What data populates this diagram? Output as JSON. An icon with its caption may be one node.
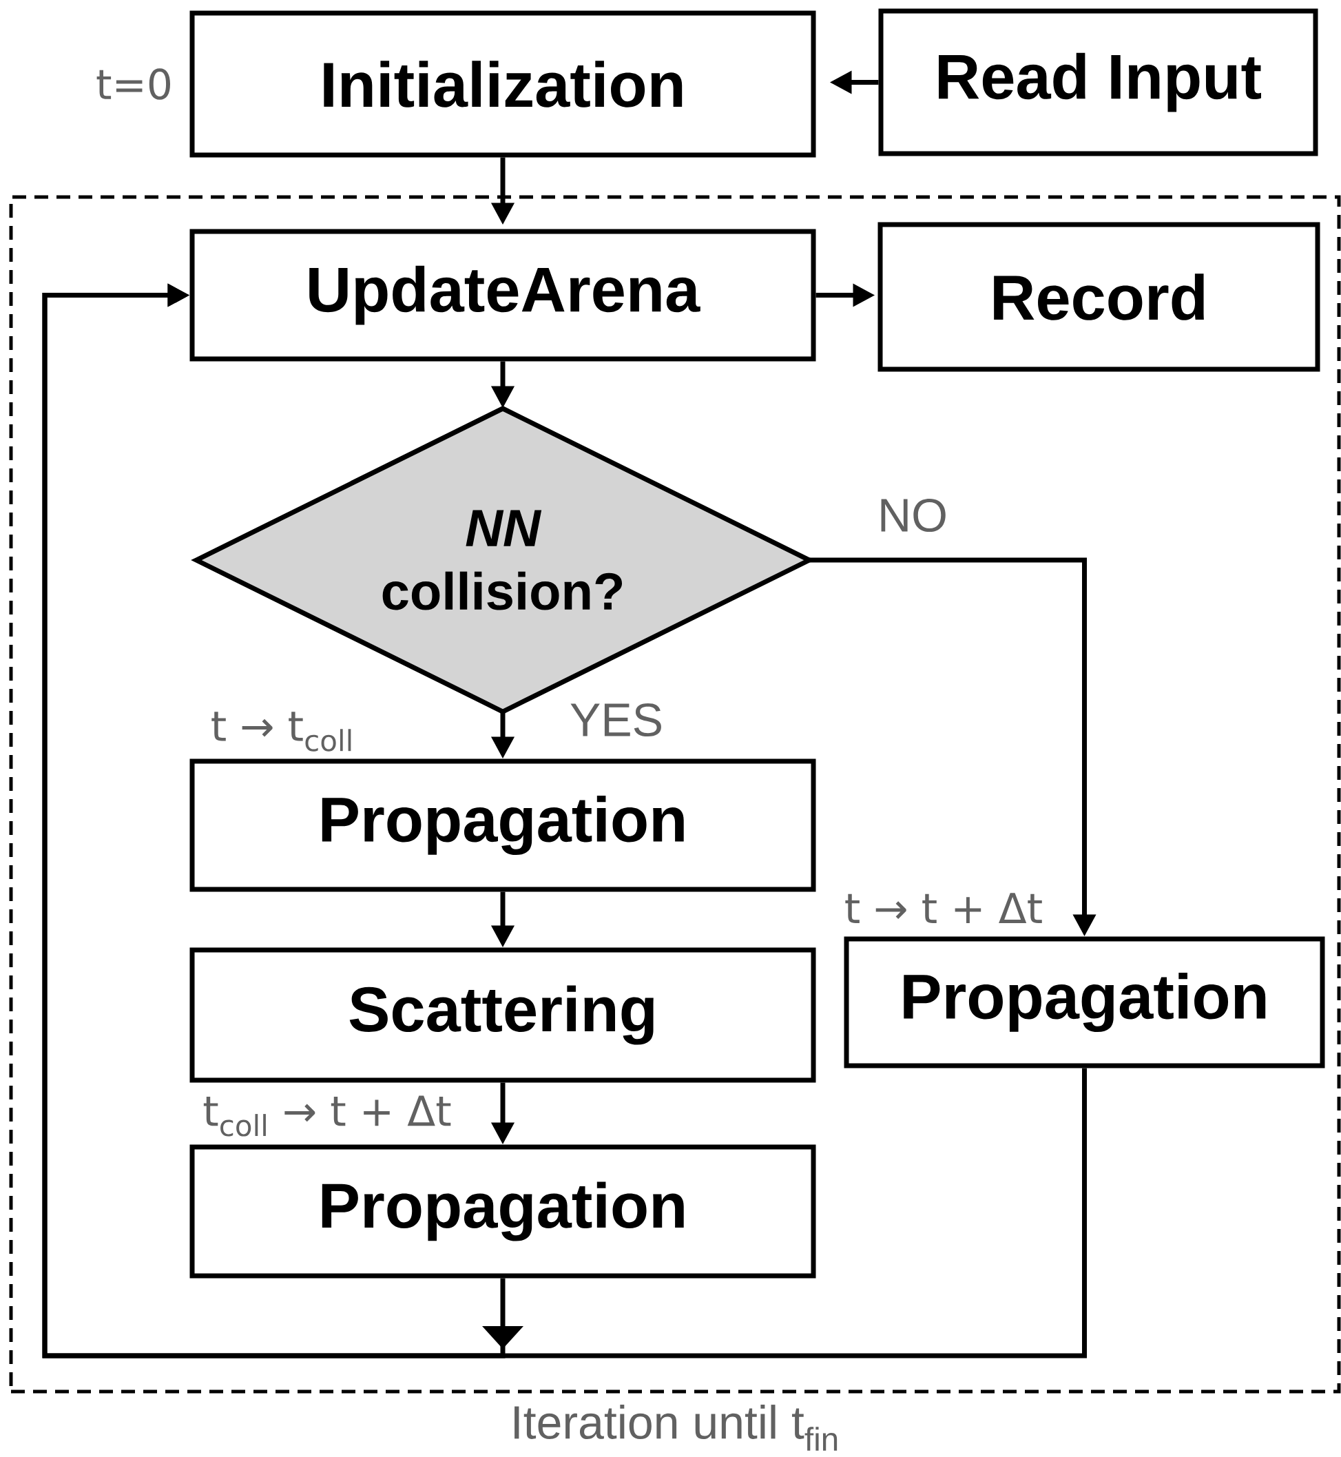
{
  "diagram": {
    "nodes": [
      {
        "text": [
          "Initialization"
        ],
        "beside": [
          "t=0"
        ]
      },
      {
        "text": [
          "Read Input"
        ]
      },
      {
        "text": [
          "Iteration until t$_{fin}$"
        ]
      },
      {
        "text": [
          "UpdateArena"
        ],
        "in": 2
      },
      {
        "text": [
          "Record"
        ],
        "in": 2
      },
      {
        "text": [
          "*NN* collision?"
        ],
        "in": 2
      },
      {
        "text": [
          "Propagation"
        ],
        "in": 2,
        "beside": [
          "t → t$_{coll}$"
        ]
      },
      {
        "text": [
          "Scattering"
        ],
        "in": 2
      },
      {
        "text": [
          "Propagation"
        ],
        "in": 2,
        "beside": [
          "t$_{coll}$ → t + Δt"
        ]
      },
      {
        "text": [
          "Propagation"
        ],
        "in": 2,
        "beside": [
          "t → t + Δt"
        ]
      }
    ],
    "edges": [
      {
        "from": 1,
        "to": 0,
        "arrow": "to"
      },
      {
        "from": 0,
        "to": 3,
        "arrow": "to"
      },
      {
        "from": 3,
        "to": 4,
        "arrow": "to"
      },
      {
        "from": 3,
        "to": 5,
        "arrow": "to"
      },
      {
        "from": 5,
        "to": 6,
        "arrow": "to",
        "label": "YES"
      },
      {
        "from": 5,
        "to": 9,
        "arrow": "to",
        "label": "NO"
      },
      {
        "from": 6,
        "to": 7,
        "arrow": "to"
      },
      {
        "from": 7,
        "to": 8,
        "arrow": "to"
      },
      {
        "from": 8,
        "to": 3,
        "arrow": "to"
      },
      {
        "from": 9,
        "to": 3,
        "arrow": "to"
      }
    ]
  }
}
